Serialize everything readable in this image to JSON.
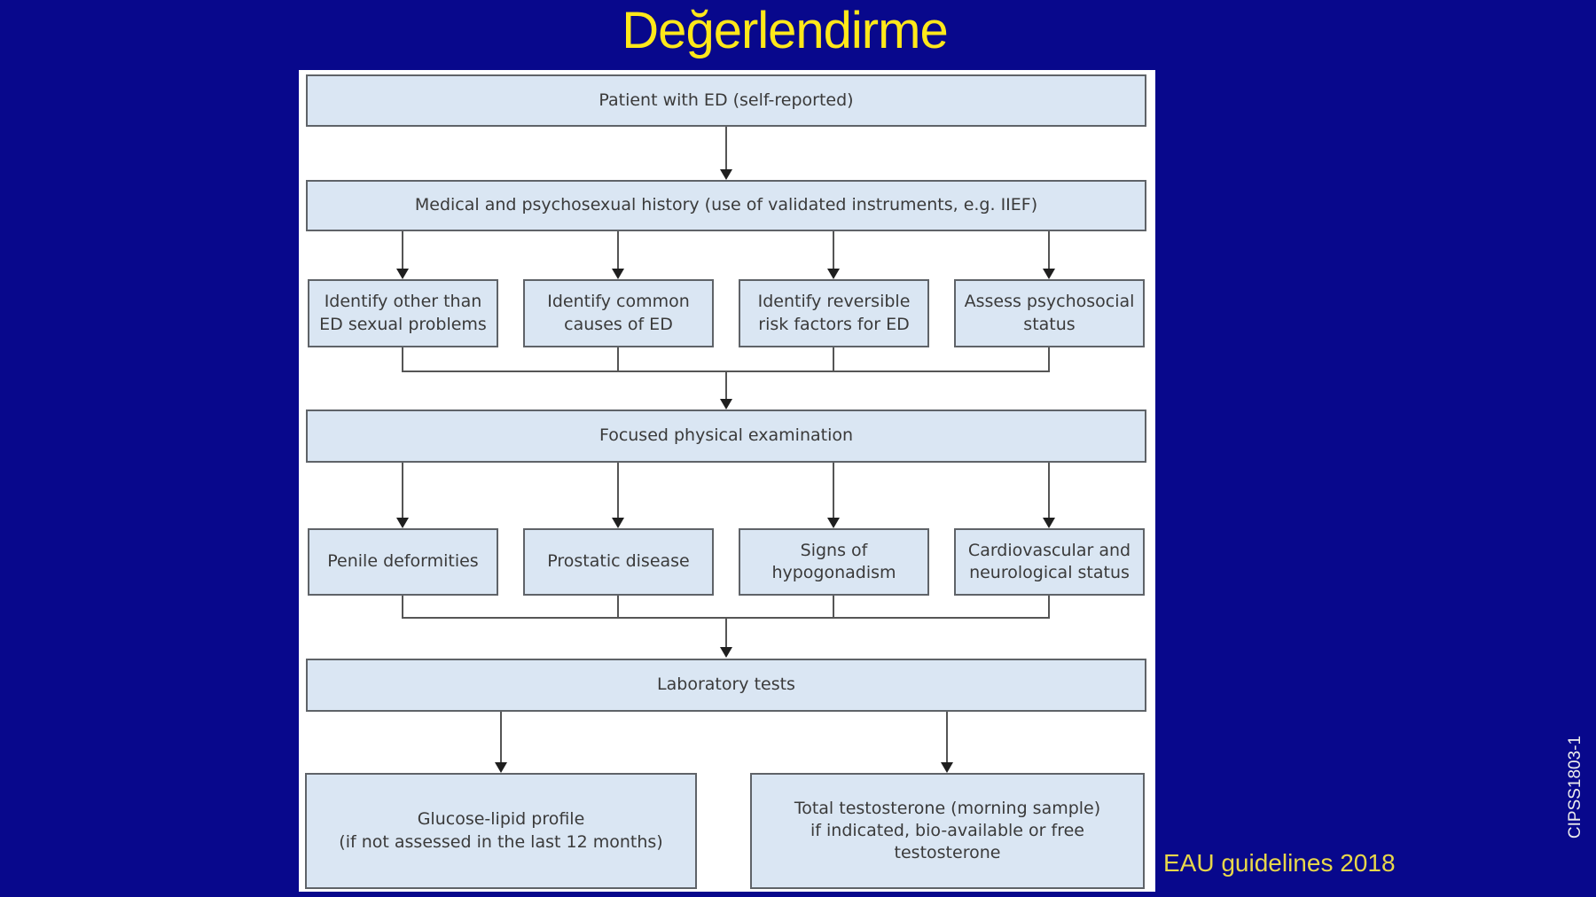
{
  "title": "Değerlendirme",
  "credit": "EAU guidelines 2018",
  "slide_code": "CIPSS1803-1",
  "colors": {
    "background": "#08088C",
    "title": "#FFE81A",
    "panel": "#FFFFFF",
    "box_fill": "#DAE6F3",
    "box_border": "#5F6368",
    "box_text": "#3A3A3A",
    "line": "#555555",
    "arrow": "#1F1F1F",
    "credit": "#E8D74A",
    "code": "#EDEDED"
  },
  "flowchart": {
    "level1": "Patient with ED (self-reported)",
    "level2": "Medical and psychosexual history (use of validated instruments, e.g. IIEF)",
    "level3": [
      "Identify other than\nED sexual problems",
      "Identify common\ncauses of ED",
      "Identify reversible\nrisk factors for ED",
      "Assess psychosocial\nstatus"
    ],
    "level4": "Focused physical examination",
    "level5": [
      "Penile deformities",
      "Prostatic disease",
      "Signs of\nhypogonadism",
      "Cardiovascular and\nneurological status"
    ],
    "level6": "Laboratory tests",
    "level7": [
      "Glucose-lipid profile\n(if not assessed in the last 12 months)",
      "Total testosterone (morning sample)\nif indicated, bio-available or free\ntestosterone"
    ]
  }
}
